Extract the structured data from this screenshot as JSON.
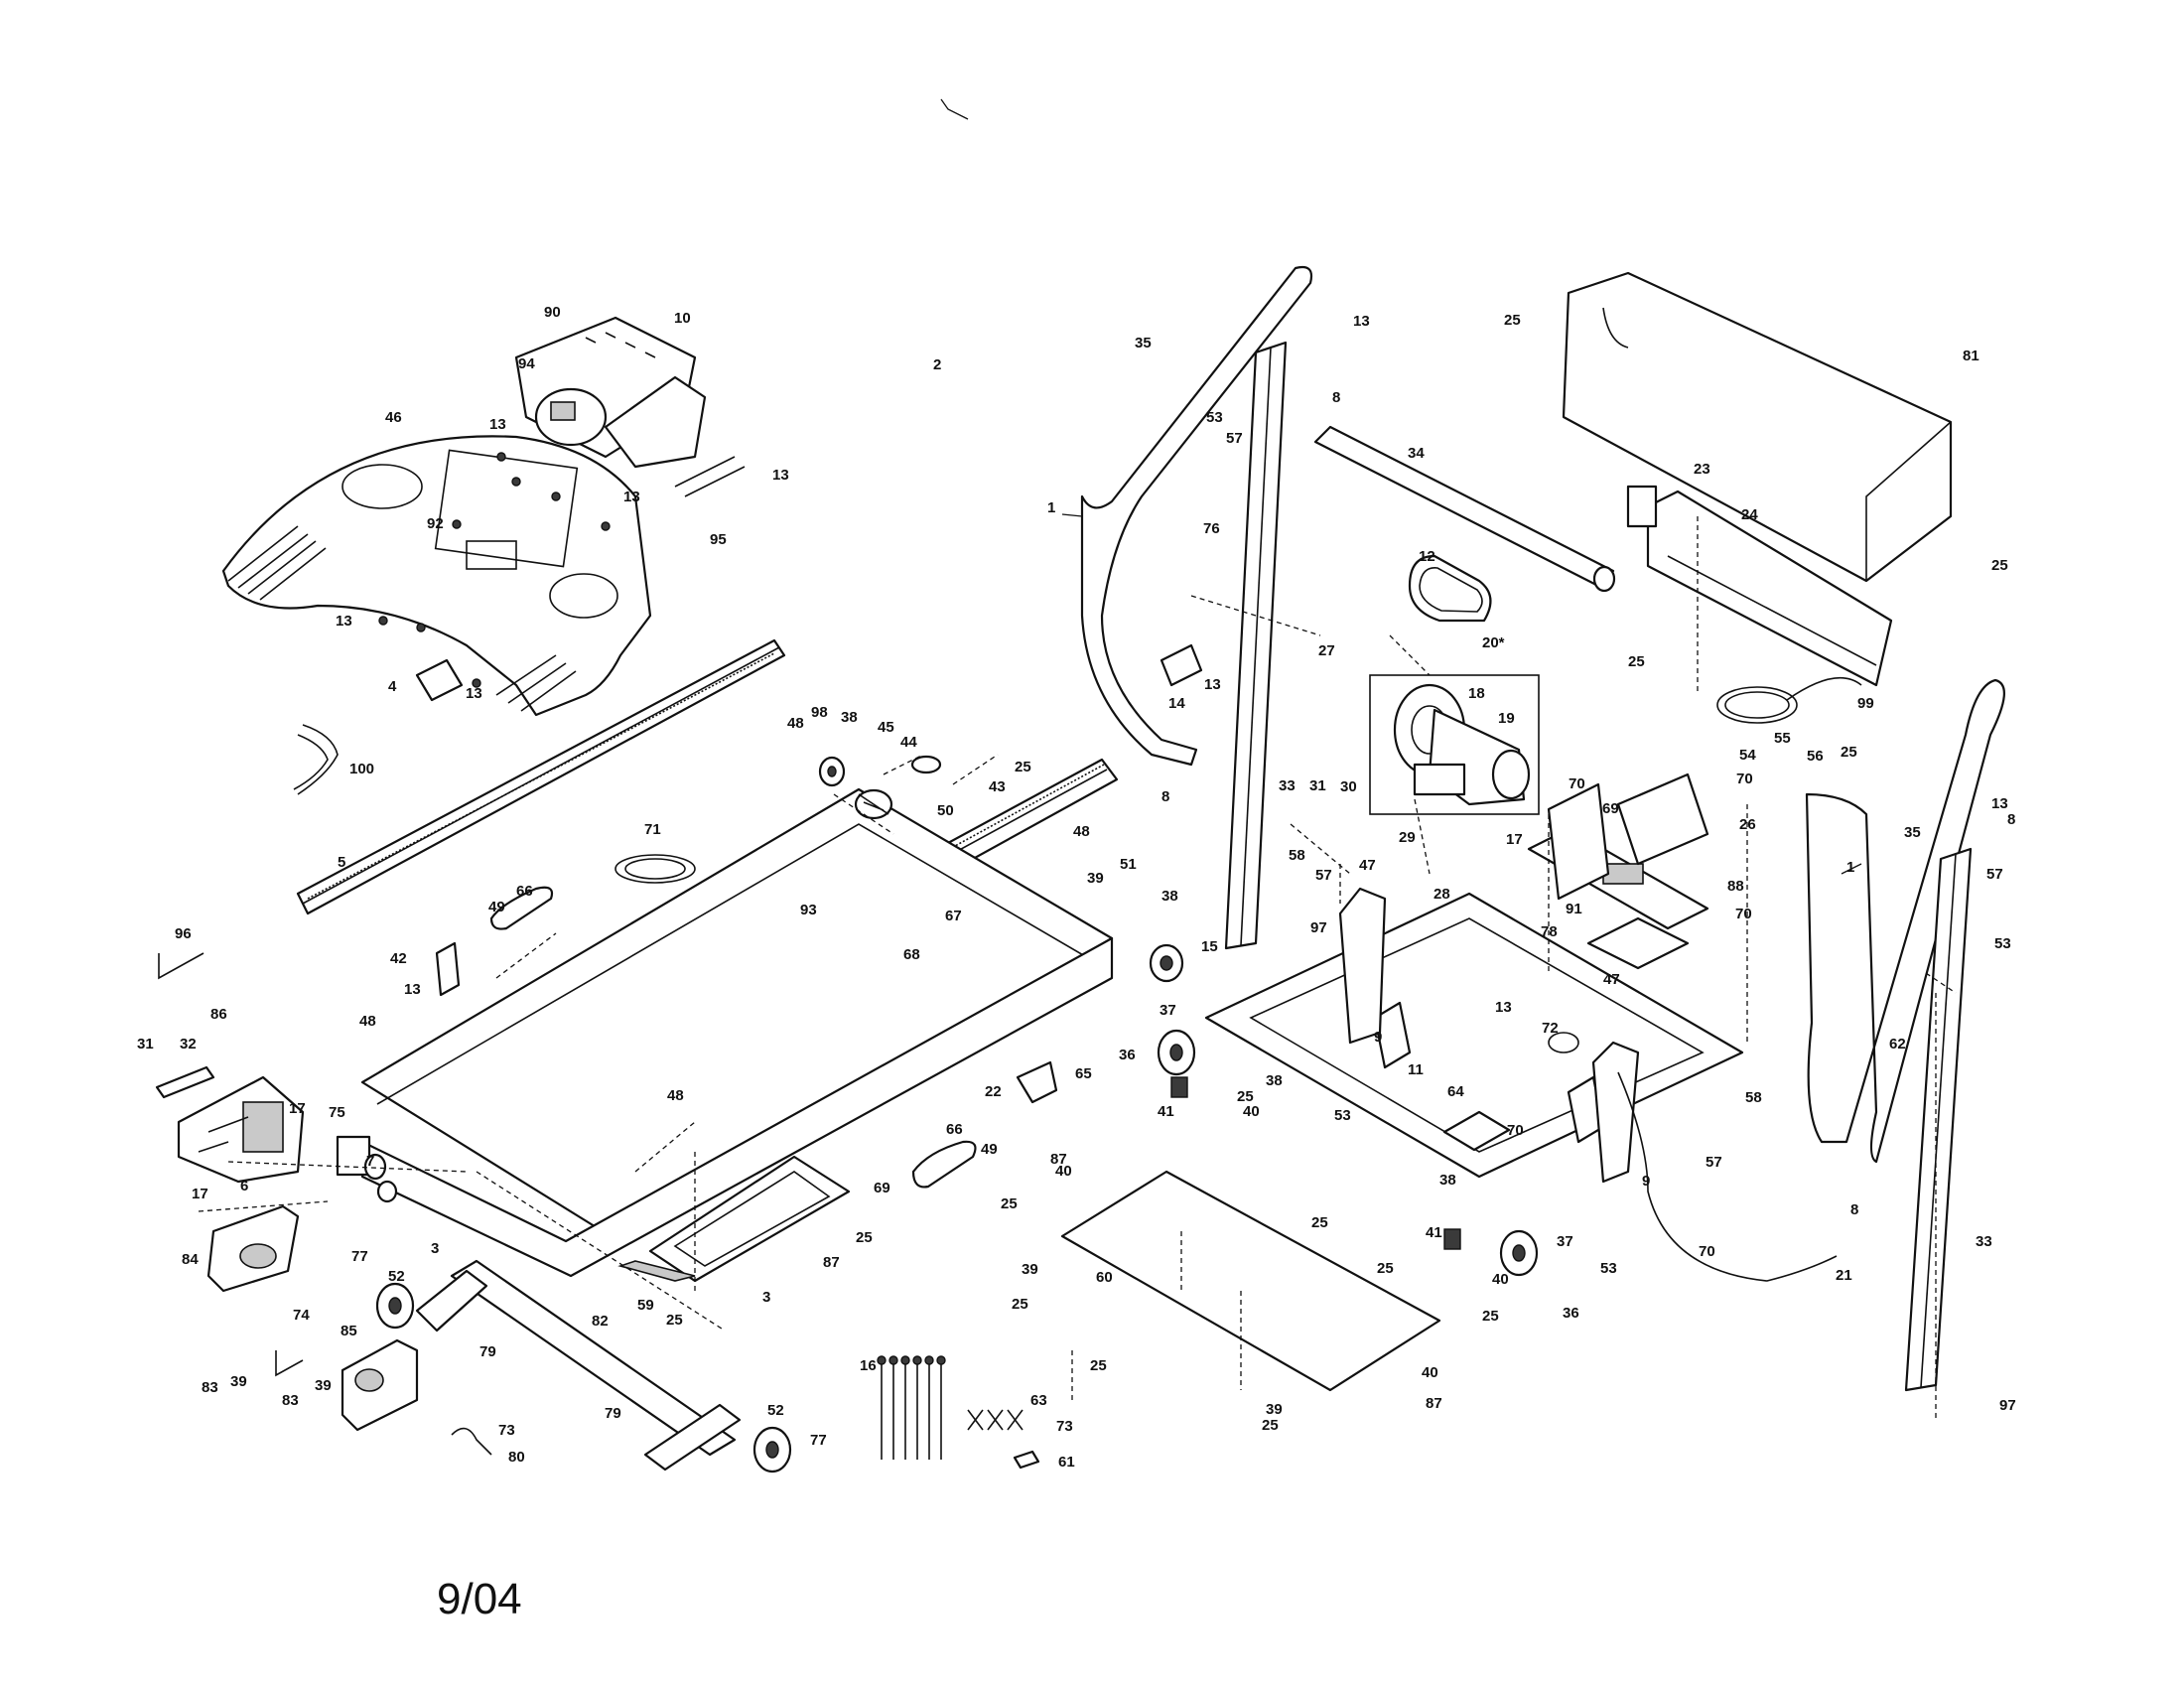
{
  "date_code": "9/04",
  "callouts": [
    {
      "id": "c1a",
      "n": "1"
    },
    {
      "id": "c1b",
      "n": "1"
    },
    {
      "id": "c2",
      "n": "2"
    },
    {
      "id": "c3a",
      "n": "3"
    },
    {
      "id": "c3b",
      "n": "3"
    },
    {
      "id": "c4",
      "n": "4"
    },
    {
      "id": "c5",
      "n": "5"
    },
    {
      "id": "c6",
      "n": "6"
    },
    {
      "id": "c7",
      "n": "7"
    },
    {
      "id": "c8a",
      "n": "8"
    },
    {
      "id": "c8b",
      "n": "8"
    },
    {
      "id": "c8c",
      "n": "8"
    },
    {
      "id": "c8d",
      "n": "8"
    },
    {
      "id": "c9a",
      "n": "9"
    },
    {
      "id": "c9b",
      "n": "9"
    },
    {
      "id": "c10",
      "n": "10"
    },
    {
      "id": "c11",
      "n": "11"
    },
    {
      "id": "c12",
      "n": "12"
    },
    {
      "id": "c13a",
      "n": "13"
    },
    {
      "id": "c13b",
      "n": "13"
    },
    {
      "id": "c13c",
      "n": "13"
    },
    {
      "id": "c13d",
      "n": "13"
    },
    {
      "id": "c13e",
      "n": "13"
    },
    {
      "id": "c13f",
      "n": "13"
    },
    {
      "id": "c13g",
      "n": "13"
    },
    {
      "id": "c13h",
      "n": "13"
    },
    {
      "id": "c13i",
      "n": "13"
    },
    {
      "id": "c13j",
      "n": "13"
    },
    {
      "id": "c14",
      "n": "14"
    },
    {
      "id": "c15",
      "n": "15"
    },
    {
      "id": "c16",
      "n": "16"
    },
    {
      "id": "c17a",
      "n": "17"
    },
    {
      "id": "c17b",
      "n": "17"
    },
    {
      "id": "c17c",
      "n": "17"
    },
    {
      "id": "c18",
      "n": "18"
    },
    {
      "id": "c19",
      "n": "19"
    },
    {
      "id": "c20",
      "n": "20*"
    },
    {
      "id": "c21",
      "n": "21"
    },
    {
      "id": "c22",
      "n": "22"
    },
    {
      "id": "c23",
      "n": "23"
    },
    {
      "id": "c24",
      "n": "24"
    },
    {
      "id": "c25a",
      "n": "25"
    },
    {
      "id": "c25b",
      "n": "25"
    },
    {
      "id": "c25c",
      "n": "25"
    },
    {
      "id": "c25d",
      "n": "25"
    },
    {
      "id": "c25e",
      "n": "25"
    },
    {
      "id": "c25f",
      "n": "25"
    },
    {
      "id": "c25g",
      "n": "25"
    },
    {
      "id": "c25h",
      "n": "25"
    },
    {
      "id": "c25i",
      "n": "25"
    },
    {
      "id": "c25j",
      "n": "25"
    },
    {
      "id": "c25k",
      "n": "25"
    },
    {
      "id": "c25l",
      "n": "25"
    },
    {
      "id": "c25m",
      "n": "25"
    },
    {
      "id": "c25n",
      "n": "25"
    },
    {
      "id": "c25o",
      "n": "25"
    },
    {
      "id": "c26",
      "n": "26"
    },
    {
      "id": "c27",
      "n": "27"
    },
    {
      "id": "c28",
      "n": "28"
    },
    {
      "id": "c29",
      "n": "29"
    },
    {
      "id": "c30",
      "n": "30"
    },
    {
      "id": "c31a",
      "n": "31"
    },
    {
      "id": "c31b",
      "n": "31"
    },
    {
      "id": "c32",
      "n": "32"
    },
    {
      "id": "c33a",
      "n": "33"
    },
    {
      "id": "c33b",
      "n": "33"
    },
    {
      "id": "c34",
      "n": "34"
    },
    {
      "id": "c35a",
      "n": "35"
    },
    {
      "id": "c35b",
      "n": "35"
    },
    {
      "id": "c36a",
      "n": "36"
    },
    {
      "id": "c36b",
      "n": "36"
    },
    {
      "id": "c37a",
      "n": "37"
    },
    {
      "id": "c37b",
      "n": "37"
    },
    {
      "id": "c38a",
      "n": "38"
    },
    {
      "id": "c38b",
      "n": "38"
    },
    {
      "id": "c38c",
      "n": "38"
    },
    {
      "id": "c38d",
      "n": "38"
    },
    {
      "id": "c39a",
      "n": "39"
    },
    {
      "id": "c39b",
      "n": "39"
    },
    {
      "id": "c39c",
      "n": "39"
    },
    {
      "id": "c39d",
      "n": "39"
    },
    {
      "id": "c39e",
      "n": "39"
    },
    {
      "id": "c40a",
      "n": "40"
    },
    {
      "id": "c40b",
      "n": "40"
    },
    {
      "id": "c40c",
      "n": "40"
    },
    {
      "id": "c40d",
      "n": "40"
    },
    {
      "id": "c41a",
      "n": "41"
    },
    {
      "id": "c41b",
      "n": "41"
    },
    {
      "id": "c42",
      "n": "42"
    },
    {
      "id": "c43",
      "n": "43"
    },
    {
      "id": "c44",
      "n": "44"
    },
    {
      "id": "c45",
      "n": "45"
    },
    {
      "id": "c46",
      "n": "46"
    },
    {
      "id": "c47a",
      "n": "47"
    },
    {
      "id": "c47b",
      "n": "47"
    },
    {
      "id": "c48a",
      "n": "48"
    },
    {
      "id": "c48b",
      "n": "48"
    },
    {
      "id": "c48c",
      "n": "48"
    },
    {
      "id": "c48d",
      "n": "48"
    },
    {
      "id": "c49a",
      "n": "49"
    },
    {
      "id": "c49b",
      "n": "49"
    },
    {
      "id": "c50",
      "n": "50"
    },
    {
      "id": "c51",
      "n": "51"
    },
    {
      "id": "c52a",
      "n": "52"
    },
    {
      "id": "c52b",
      "n": "52"
    },
    {
      "id": "c53a",
      "n": "53"
    },
    {
      "id": "c53b",
      "n": "53"
    },
    {
      "id": "c53c",
      "n": "53"
    },
    {
      "id": "c53d",
      "n": "53"
    },
    {
      "id": "c54",
      "n": "54"
    },
    {
      "id": "c55",
      "n": "55"
    },
    {
      "id": "c56",
      "n": "56"
    },
    {
      "id": "c57a",
      "n": "57"
    },
    {
      "id": "c57b",
      "n": "57"
    },
    {
      "id": "c57c",
      "n": "57"
    },
    {
      "id": "c57d",
      "n": "57"
    },
    {
      "id": "c58a",
      "n": "58"
    },
    {
      "id": "c58b",
      "n": "58"
    },
    {
      "id": "c59",
      "n": "59"
    },
    {
      "id": "c60",
      "n": "60"
    },
    {
      "id": "c61",
      "n": "61"
    },
    {
      "id": "c62",
      "n": "62"
    },
    {
      "id": "c63",
      "n": "63"
    },
    {
      "id": "c64",
      "n": "64"
    },
    {
      "id": "c65",
      "n": "65"
    },
    {
      "id": "c66a",
      "n": "66"
    },
    {
      "id": "c66b",
      "n": "66"
    },
    {
      "id": "c67",
      "n": "67"
    },
    {
      "id": "c68",
      "n": "68"
    },
    {
      "id": "c69a",
      "n": "69"
    },
    {
      "id": "c69b",
      "n": "69"
    },
    {
      "id": "c70a",
      "n": "70"
    },
    {
      "id": "c70b",
      "n": "70"
    },
    {
      "id": "c70c",
      "n": "70"
    },
    {
      "id": "c70d",
      "n": "70"
    },
    {
      "id": "c70e",
      "n": "70"
    },
    {
      "id": "c71",
      "n": "71"
    },
    {
      "id": "c72",
      "n": "72"
    },
    {
      "id": "c73a",
      "n": "73"
    },
    {
      "id": "c73b",
      "n": "73"
    },
    {
      "id": "c74",
      "n": "74"
    },
    {
      "id": "c75",
      "n": "75"
    },
    {
      "id": "c76",
      "n": "76"
    },
    {
      "id": "c77a",
      "n": "77"
    },
    {
      "id": "c77b",
      "n": "77"
    },
    {
      "id": "c78",
      "n": "78"
    },
    {
      "id": "c79a",
      "n": "79"
    },
    {
      "id": "c79b",
      "n": "79"
    },
    {
      "id": "c80",
      "n": "80"
    },
    {
      "id": "c81",
      "n": "81"
    },
    {
      "id": "c82",
      "n": "82"
    },
    {
      "id": "c83a",
      "n": "83"
    },
    {
      "id": "c83b",
      "n": "83"
    },
    {
      "id": "c84",
      "n": "84"
    },
    {
      "id": "c85",
      "n": "85"
    },
    {
      "id": "c86",
      "n": "86"
    },
    {
      "id": "c87a",
      "n": "87"
    },
    {
      "id": "c87b",
      "n": "87"
    },
    {
      "id": "c87c",
      "n": "87"
    },
    {
      "id": "c88",
      "n": "88"
    },
    {
      "id": "c90",
      "n": "90"
    },
    {
      "id": "c91",
      "n": "91"
    },
    {
      "id": "c92",
      "n": "92"
    },
    {
      "id": "c93",
      "n": "93"
    },
    {
      "id": "c94",
      "n": "94"
    },
    {
      "id": "c95",
      "n": "95"
    },
    {
      "id": "c96",
      "n": "96"
    },
    {
      "id": "c97a",
      "n": "97"
    },
    {
      "id": "c97b",
      "n": "97"
    },
    {
      "id": "c98",
      "n": "98"
    },
    {
      "id": "c99",
      "n": "99"
    },
    {
      "id": "c100",
      "n": "100"
    }
  ]
}
